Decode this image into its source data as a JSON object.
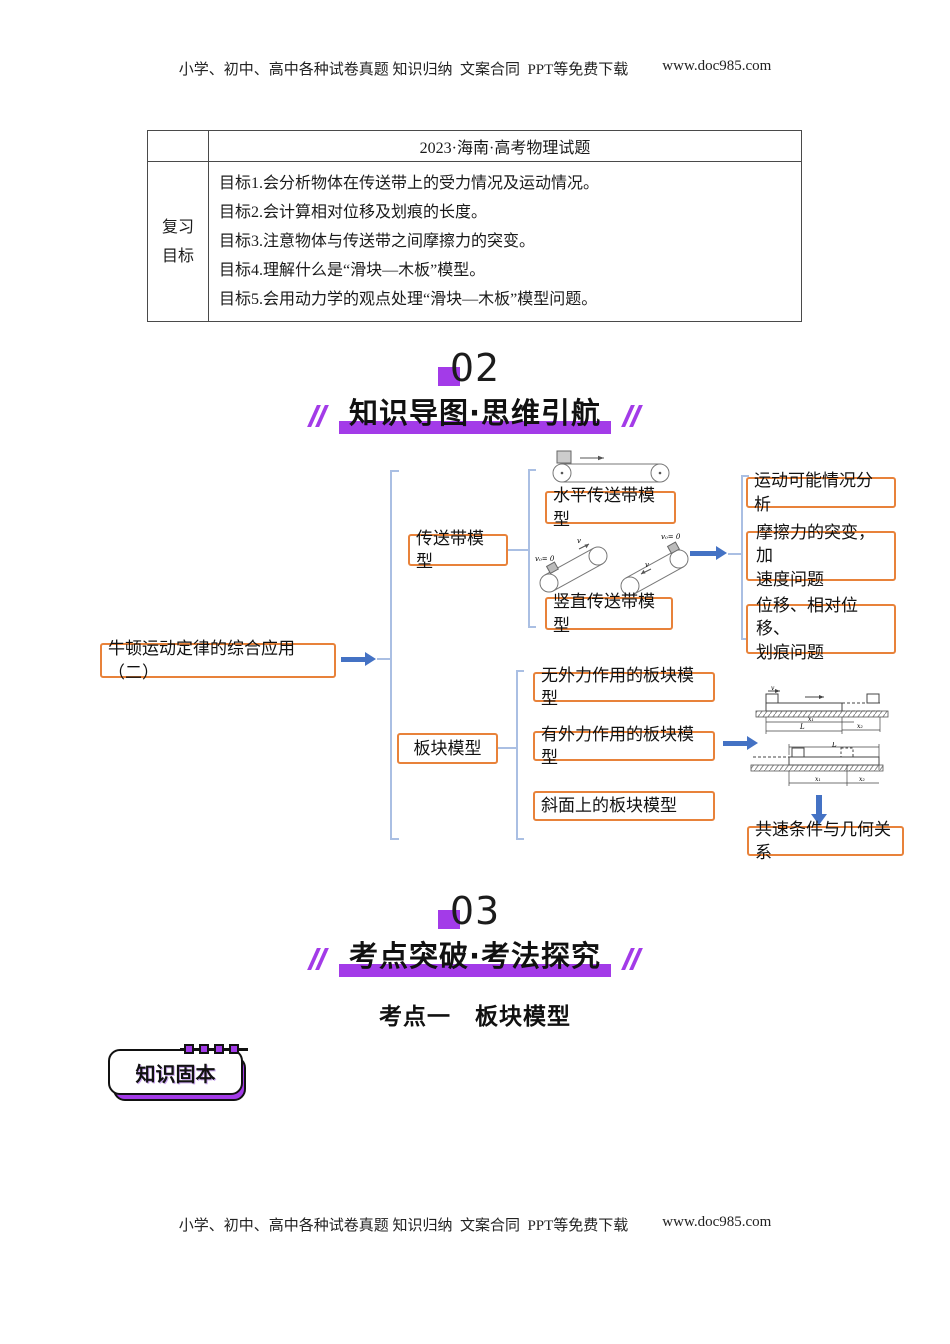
{
  "header": {
    "text": "小学、初中、高中各种试卷真题 知识归纳  文案合同  PPT等免费下载",
    "url": "www.doc985.com"
  },
  "footer": {
    "text": "小学、初中、高中各种试卷真题 知识归纳  文案合同  PPT等免费下载",
    "url": "www.doc985.com"
  },
  "table": {
    "exam_title": "2023·海南·高考物理试题",
    "row_label_line1": "复习",
    "row_label_line2": "目标",
    "goals": [
      "目标1.会分析物体在传送带上的受力情况及运动情况。",
      "目标2.会计算相对位移及划痕的长度。",
      "目标3.注意物体与传送带之间摩擦力的突变。",
      "目标4.理解什么是“滑块—木板”模型。",
      "目标5.会用动力学的观点处理“滑块—木板”模型问题。"
    ]
  },
  "section02": {
    "number": "02",
    "title": "知识导图·思维引航"
  },
  "section03": {
    "number": "03",
    "title": "考点突破·考法探究",
    "subtitle": "考点一　板块模型"
  },
  "badge": {
    "label": "知识固本"
  },
  "mindmap": {
    "root": "牛顿运动定律的综合应用（二）",
    "branch1": "传送带模型",
    "branch1_children": [
      "水平传送带模型",
      "竖直传送带模型"
    ],
    "branch1_results": [
      {
        "line1": "运动可能情况分析",
        "line2": ""
      },
      {
        "line1": "摩擦力的突变，加",
        "line2": "速度问题"
      },
      {
        "line1": "位移、相对位移、",
        "line2": "划痕问题"
      }
    ],
    "branch2": "板块模型",
    "branch2_children": [
      "无外力作用的板块模型",
      "有外力作用的板块模型",
      "斜面上的板块模型"
    ],
    "branch2_result": "共速条件与几何关系",
    "diagram_labels": {
      "v0": "v₀= 0",
      "v": "v",
      "L": "L",
      "x1": "x₁",
      "x2": "x₂"
    }
  },
  "colors": {
    "accent_purple": "#A33BE8",
    "node_orange": "#E8823A",
    "arrow_blue": "#4472C4",
    "bracket_blue": "#AABFE3"
  }
}
